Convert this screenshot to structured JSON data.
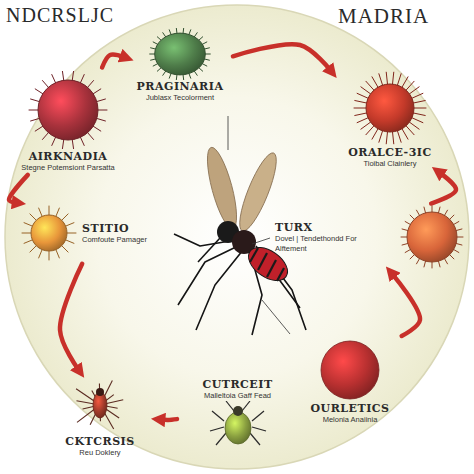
{
  "diagram": {
    "nodes": [
      {
        "text": [
          "AIRKNADIA",
          "Stegne Potemsiont Parsatta"
        ]
      },
      {
        "text": [
          "PRAGINARIA",
          "Jublasx Tecolorment"
        ]
      },
      {
        "text": [
          "ORALCE-3IC",
          "Tioibal Clainlery"
        ]
      },
      {
        "text": [
          "TURX",
          "Dovel | Tendethondd For Alftement"
        ]
      },
      {
        "text": [
          "STITIO",
          "Comfoute Pamager"
        ]
      },
      {
        "text": [
          "OURLETICS",
          "Melonia Anaiinia"
        ]
      },
      {
        "text": [
          "CUTRCEIT",
          "Malleltoia Gaff Fead"
        ]
      },
      {
        "text": [
          "CKTCRSIS",
          "Reu Doklery"
        ]
      }
    ],
    "edges": [
      {
        "from": 0,
        "to": 1,
        "arrow": "to"
      },
      {
        "from": 1,
        "to": 2,
        "arrow": "to"
      },
      {
        "from": 3,
        "to": 2,
        "arrow": "to"
      },
      {
        "from": 5,
        "to": 3,
        "arrow": "to"
      },
      {
        "from": 0,
        "to": 4,
        "arrow": "to"
      },
      {
        "from": 4,
        "to": 7,
        "arrow": "to"
      },
      {
        "from": 6,
        "to": 7,
        "arrow": "to"
      }
    ],
    "labels": [
      "NDCRSLJC",
      "MADRIA"
    ]
  }
}
